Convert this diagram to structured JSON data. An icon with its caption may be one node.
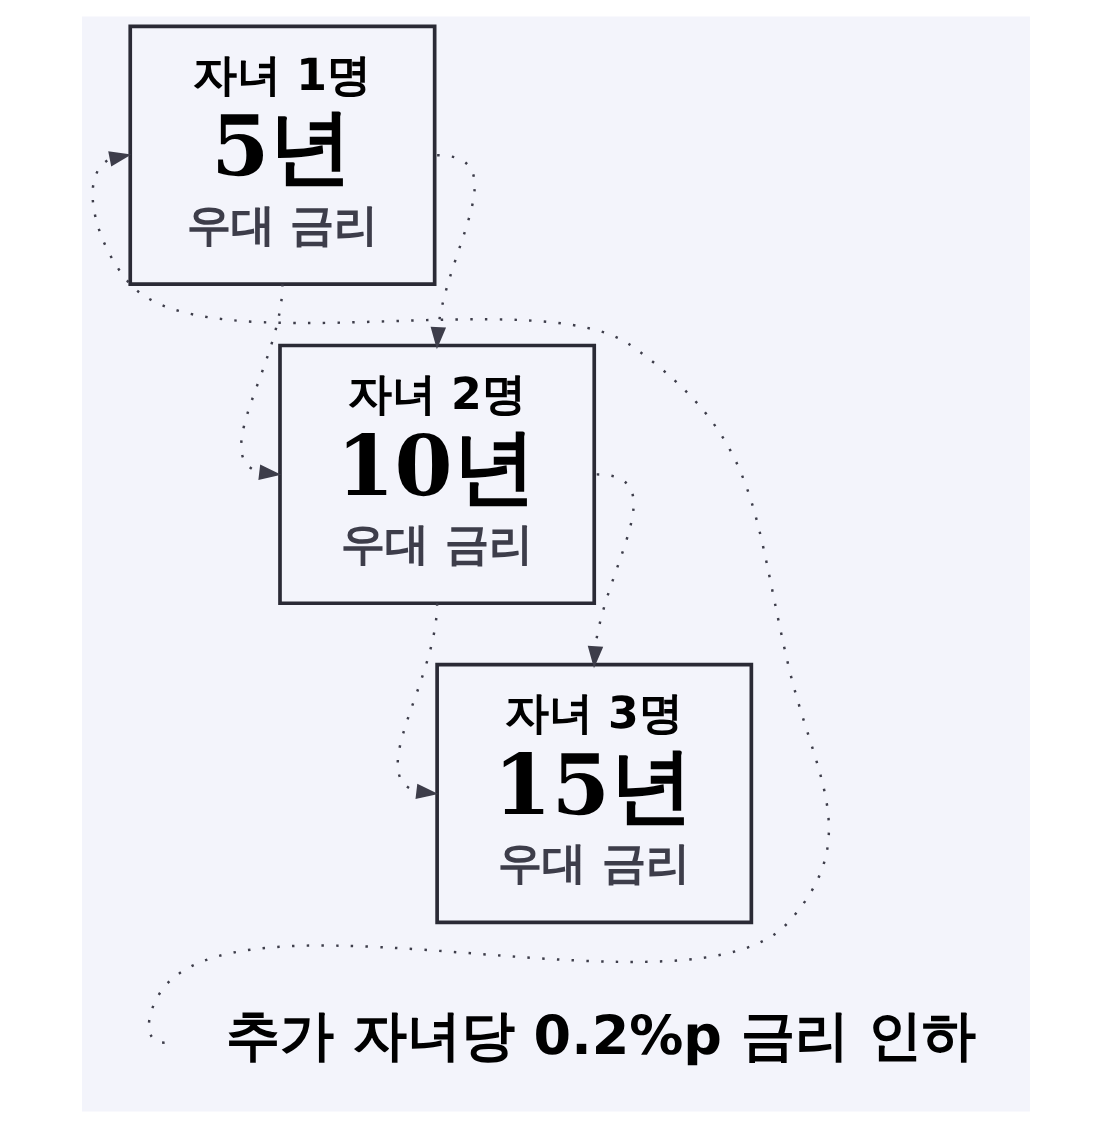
{
  "diagram": {
    "nodes": [
      {
        "text": [
          "자녀 1명",
          "5년",
          "우대 금리"
        ]
      },
      {
        "text": [
          "자녀 2명",
          "10년",
          "우대 금리"
        ]
      },
      {
        "text": [
          "자녀 3명",
          "15년",
          "우대 금리"
        ]
      },
      {
        "text": [
          "추가 자녀당 0.2%p 금리 인하"
        ]
      }
    ],
    "edges": [
      {
        "from": 0,
        "to": 1,
        "arrow": "to"
      },
      {
        "from": 0,
        "to": 1,
        "arrow": "to"
      },
      {
        "from": 1,
        "to": 2,
        "arrow": "to"
      },
      {
        "from": 1,
        "to": 2,
        "arrow": "to"
      },
      {
        "from": 3,
        "to": 0,
        "arrow": "to"
      }
    ]
  }
}
